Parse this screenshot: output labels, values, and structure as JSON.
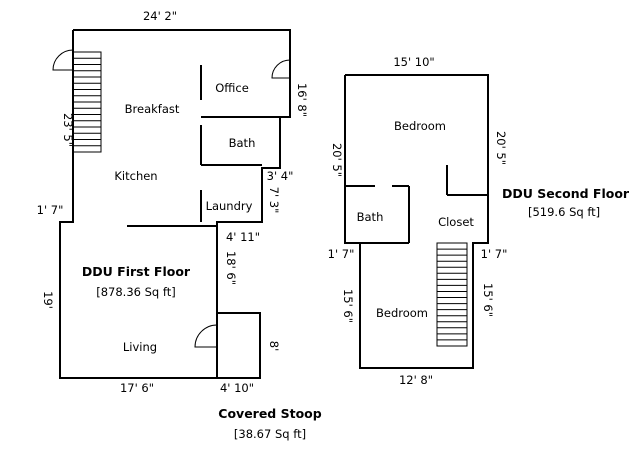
{
  "first_floor": {
    "title": "DDU First Floor",
    "area": "[878.36 Sq ft]",
    "rooms": {
      "breakfast": "Breakfast",
      "office": "Office",
      "bath": "Bath",
      "kitchen": "Kitchen",
      "laundry": "Laundry",
      "living": "Living"
    },
    "dims": {
      "top": "24' 2\"",
      "left_upper": "23' 5\"",
      "left_step": "1' 7\"",
      "left_lower": "19'",
      "office_right": "16' 8\"",
      "step_a": "3' 4\"",
      "step_b": "7' 3\"",
      "step_c": "4' 11\"",
      "living_right": "18' 6\"",
      "bottom": "17' 6\"",
      "stoop_bottom": "4' 10\"",
      "stoop_side": "8'"
    }
  },
  "second_floor": {
    "title": "DDU Second Floor",
    "area": "[519.6 Sq ft]",
    "rooms": {
      "bedroom_upper": "Bedroom",
      "bath": "Bath",
      "closet": "Closet",
      "bedroom_lower": "Bedroom"
    },
    "dims": {
      "top": "15' 10\"",
      "left_upper": "20' 5\"",
      "right_upper": "20' 5\"",
      "left_step": "1' 7\"",
      "right_step": "1' 7\"",
      "left_lower": "15' 6\"",
      "right_lower": "15' 6\"",
      "bottom": "12' 8\""
    }
  },
  "stoop": {
    "title": "Covered Stoop",
    "area": "[38.67 Sq ft]"
  }
}
